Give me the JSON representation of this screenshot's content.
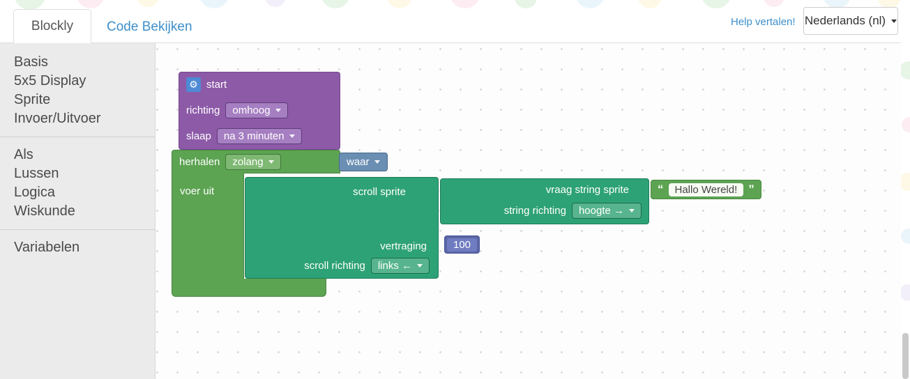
{
  "header": {
    "tab_blockly": "Blockly",
    "tab_code": "Code Bekijken",
    "help_link": "Help vertalen!",
    "language": "Nederlands (nl)"
  },
  "toolbox": {
    "group1": [
      "Basis",
      "5x5 Display",
      "Sprite",
      "Invoer/Uitvoer"
    ],
    "group2": [
      "Als",
      "Lussen",
      "Logica",
      "Wiskunde"
    ],
    "group3": [
      "Variabelen"
    ]
  },
  "blocks": {
    "start": {
      "title": "start",
      "richting_label": "richting",
      "richting_value": "omhoog",
      "slaap_label": "slaap",
      "slaap_value": "na 3 minuten"
    },
    "herhalen": {
      "label": "herhalen",
      "mode_value": "zolang",
      "do_label": "voer uit"
    },
    "waar": {
      "value": "waar"
    },
    "scroll_sprite": {
      "label": "scroll sprite",
      "vertraging_label": "vertraging",
      "vertraging_value": "100",
      "richting_label": "scroll richting",
      "richting_value": "links ←"
    },
    "vraag": {
      "label": "vraag string sprite",
      "richting_label": "string richting",
      "richting_value": "hoogte →"
    },
    "tekst": {
      "quote_open": "“",
      "quote_close": "”",
      "value": "Hallo Wereld!"
    }
  },
  "icons": {
    "gear": "⚙"
  },
  "colors": {
    "purple": "#8d5aa8",
    "green": "#5ca352",
    "teal": "#2ea277",
    "logic_blue": "#5b80a5",
    "math_blue": "#5b67a5",
    "link_blue": "#3d8fc9",
    "toolbox_bg": "#ebebeb"
  }
}
